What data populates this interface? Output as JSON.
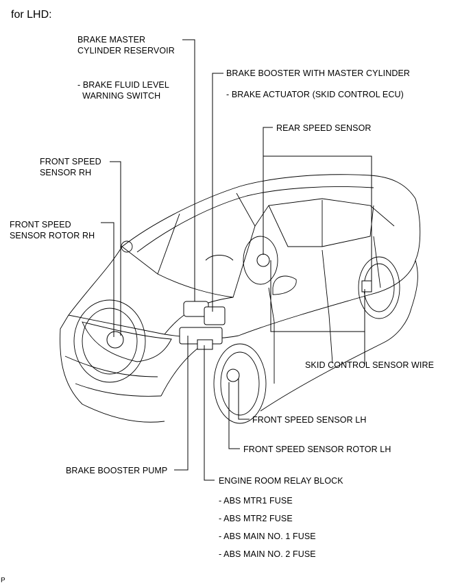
{
  "header": "for LHD:",
  "labels": {
    "brake_master_reservoir": "BRAKE MASTER\nCYLINDER RESERVOIR",
    "brake_fluid_level_switch": "- BRAKE FLUID LEVEL\n  WARNING SWITCH",
    "brake_booster_master": "BRAKE BOOSTER WITH MASTER CYLINDER",
    "brake_actuator": "- BRAKE ACTUATOR (SKID CONTROL ECU)",
    "rear_speed_sensor": "REAR SPEED SENSOR",
    "front_speed_sensor_rh": "FRONT SPEED\nSENSOR RH",
    "front_speed_sensor_rotor_rh": "FRONT SPEED\nSENSOR ROTOR RH",
    "skid_control_sensor_wire": "SKID CONTROL SENSOR WIRE",
    "front_speed_sensor_lh": "FRONT SPEED SENSOR LH",
    "front_speed_sensor_rotor_lh": "FRONT SPEED SENSOR ROTOR LH",
    "brake_booster_pump": "BRAKE BOOSTER PUMP",
    "engine_room_relay_block": "ENGINE ROOM RELAY BLOCK",
    "fuses": [
      "- ABS MTR1 FUSE",
      "- ABS MTR2 FUSE",
      "- ABS MAIN NO. 1 FUSE",
      "- ABS MAIN NO. 2 FUSE"
    ]
  },
  "figure_code": "P"
}
